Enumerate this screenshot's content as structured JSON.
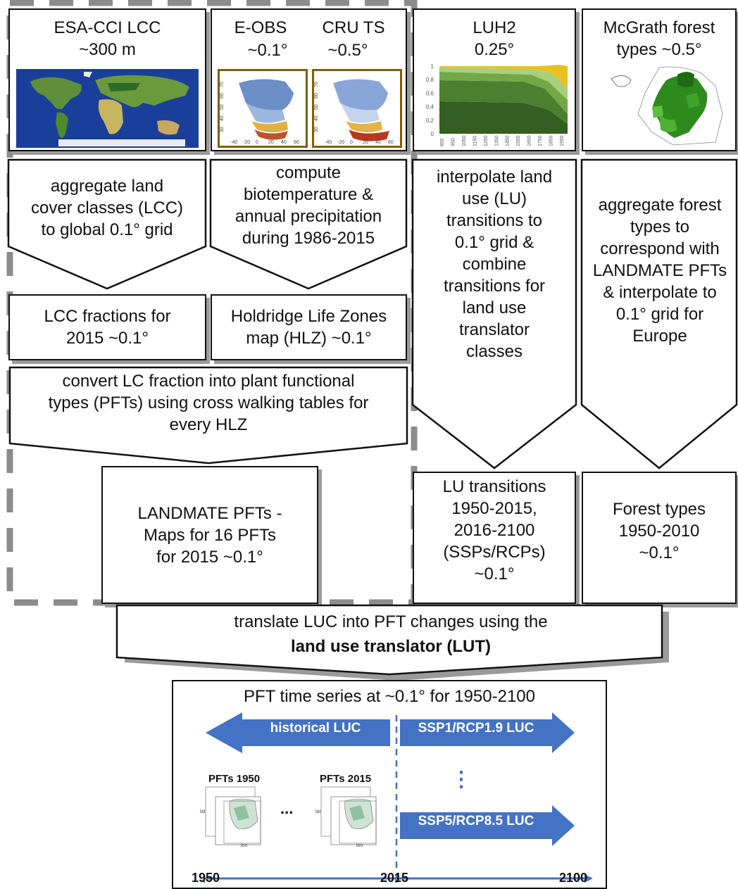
{
  "sources": {
    "esa": {
      "title": "ESA-CCI LCC\n~300 m"
    },
    "eobs": {
      "title": "E-OBS",
      "res": "~0.1°"
    },
    "cru": {
      "title": "CRU TS",
      "res": "~0.5°"
    },
    "luh2": {
      "title": "LUH2\n0.25°",
      "y_ticks": [
        "1",
        "0,8",
        "0,6",
        "0,4",
        "0,2",
        "0"
      ],
      "x_ticks": [
        "850",
        "950",
        "1050",
        "1150",
        "1250",
        "1350",
        "1450",
        "1550",
        "1650",
        "1750",
        "1850",
        "1950"
      ]
    },
    "mcgrath": {
      "title": "McGrath forest\ntypes ~0.5°"
    }
  },
  "process": {
    "aggregate_lcc": "aggregate land\ncover classes (LCC)\nto global 0.1° grid",
    "biotemp": "compute\nbiotemperature &\nannual precipitation\nduring 1986-2015",
    "interp_lu": "interpolate land\nuse (LU)\ntransitions to\n0.1° grid &\ncombine\ntransitions for\nland use\ntranslator\nclasses",
    "agg_forest": "aggregate forest\ntypes to\ncorrespond with\nLANDMATE PFTs\n& interpolate to\n0.1° grid for\nEurope",
    "convert_lc": "convert LC fraction into plant functional\ntypes (PFTs) using cross walking tables for\nevery HLZ",
    "translate_prefix": "translate LUC into PFT changes using the",
    "translate_bold": "land use translator (LUT)"
  },
  "products": {
    "lcc_fractions": "LCC fractions for\n2015 ~0.1°",
    "hlz": "Holdridge Life Zones\nmap (HLZ) ~0.1°",
    "landmate_pfts": "LANDMATE PFTs -\nMaps for 16 PFTs\nfor 2015 ~0.1°",
    "lu_transitions": "LU transitions\n1950-2015,\n2016-2100\n(SSPs/RCPs)\n~0.1°",
    "forest_types": "Forest types\n1950-2010\n~0.1°"
  },
  "timeseries": {
    "title": "PFT time series at ~0.1° for 1950-2100",
    "historical": "historical LUC",
    "ssp1": "SSP1/RCP1.9 LUC",
    "ssp5": "SSP5/RCP8.5 LUC",
    "pfts_1950": "PFTs 1950",
    "pfts_2015": "PFTs 2015",
    "ellipsis_h": "...",
    "ellipsis_v": "⋮",
    "axis_lon": "lon",
    "axis_lat": "lat",
    "years": [
      "1950",
      "2015",
      "2100"
    ]
  },
  "map_ticks": {
    "x": [
      "-40",
      "-20",
      "0",
      "20",
      "40",
      "60"
    ],
    "y": [
      "30",
      "40",
      "50",
      "60",
      "70"
    ]
  },
  "colors": {
    "arrow_blue": "#4472c4",
    "frame_brown": "#7f6000",
    "dashed_gray": "#8c8c8c",
    "luh2_bands": [
      "#355e22",
      "#4d7f30",
      "#73a847",
      "#a8cf7c",
      "#e8c020"
    ]
  }
}
